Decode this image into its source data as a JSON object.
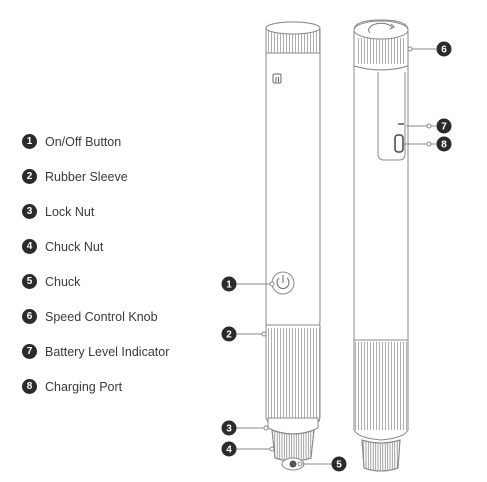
{
  "legend": [
    {
      "number": "1",
      "label": "On/Off Button"
    },
    {
      "number": "2",
      "label": "Rubber Sleeve"
    },
    {
      "number": "3",
      "label": "Lock Nut"
    },
    {
      "number": "4",
      "label": "Chuck Nut"
    },
    {
      "number": "5",
      "label": "Chuck"
    },
    {
      "number": "6",
      "label": "Speed Control Knob"
    },
    {
      "number": "7",
      "label": "Battery Level Indicator"
    },
    {
      "number": "8",
      "label": "Charging Port"
    }
  ],
  "callouts": [
    "1",
    "2",
    "3",
    "4",
    "5",
    "6",
    "7",
    "8"
  ],
  "colors": {
    "line": "#8a8a8a",
    "badge": "#2b2b2b",
    "body": "#ffffff"
  }
}
